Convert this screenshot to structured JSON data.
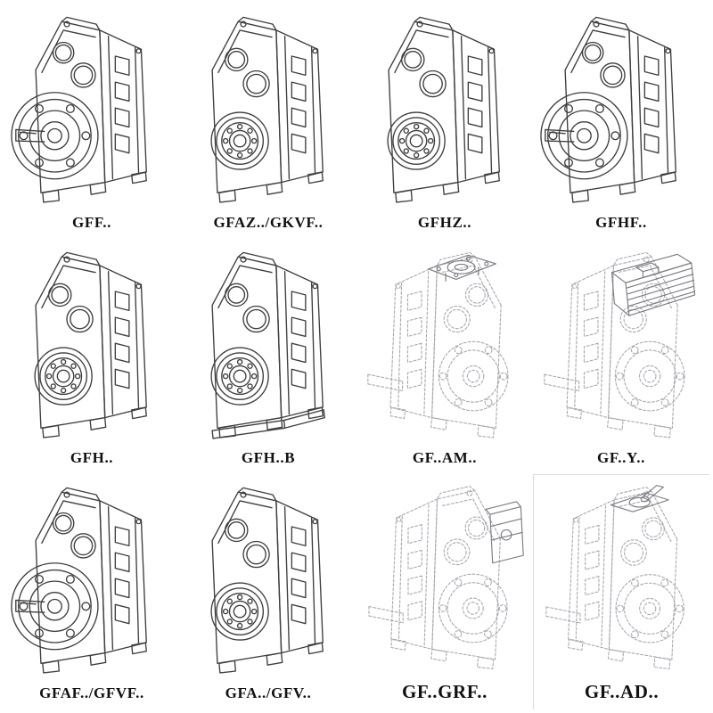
{
  "page": {
    "description_visible_text_only": true,
    "colors": {
      "background": "#ffffff",
      "ink": "#3f3f3f",
      "phantom": "#a9a9b2",
      "accessory": "#7d7d86",
      "label": "#111111",
      "cell_border": "#dcdcdc"
    }
  },
  "cells": [
    {
      "label": "GFF..",
      "drawing": "gearbox-flange-mounted-solid-shaft-drawing"
    },
    {
      "label": "GFAZ../GKVF..",
      "drawing": "gearbox-hollow-shaft-bores-drawing"
    },
    {
      "label": "GFHZ..",
      "drawing": "gearbox-hollow-shaft-bores-drawing"
    },
    {
      "label": "GFHF..",
      "drawing": "gearbox-flange-mounted-solid-shaft-drawing"
    },
    {
      "label": "GFH..",
      "drawing": "gearbox-hollow-shaft-bores-drawing"
    },
    {
      "label": "GFH..B",
      "drawing": "gearbox-hollow-shaft-baseplate-drawing"
    },
    {
      "label": "GF..AM..",
      "drawing": "gearbox-phantom-iec-adapter-flange-drawing"
    },
    {
      "label": "GF..Y..",
      "drawing": "gearbox-phantom-motor-mounted-drawing"
    },
    {
      "label": "GFAF../GFVF..",
      "drawing": "gearbox-flange-mounted-solid-shaft-drawing"
    },
    {
      "label": "GFA../GFV..",
      "drawing": "gearbox-hollow-shaft-bores-drawing"
    },
    {
      "label": "GF..GRF..",
      "drawing": "gearbox-phantom-side-adapter-drawing"
    },
    {
      "label": "GF..AD..",
      "drawing": "gearbox-phantom-input-shaft-adapter-drawing"
    }
  ]
}
